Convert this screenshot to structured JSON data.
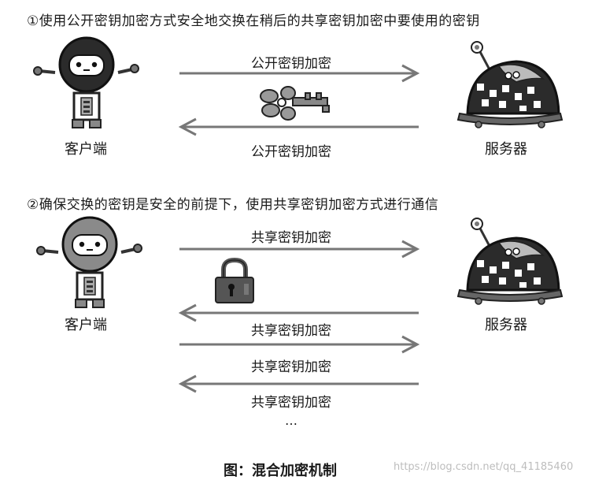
{
  "section1": {
    "heading": "①使用公开密钥加密方式安全地交换在稍后的共享密钥加密中要使用的密钥",
    "top_arrow_label": "公开密钥加密",
    "bottom_arrow_label": "公开密钥加密",
    "client_label": "客户端",
    "server_label": "服务器"
  },
  "section2": {
    "heading": "②确保交换的密钥是安全的前提下，使用共享密钥加密方式进行通信",
    "arrow_labels": [
      "共享密钥加密",
      "共享密钥加密",
      "共享密钥加密",
      "共享密钥加密"
    ],
    "ellipsis": "…",
    "client_label": "客户端",
    "server_label": "服务器"
  },
  "caption": "图：混合加密机制",
  "watermark": "https://blog.csdn.net/qq_41185460",
  "colors": {
    "arrow": "#777777",
    "robot_dark": "#2b2b2b",
    "robot_mid": "#8a8a8a"
  },
  "icons": [
    "client-robot-icon",
    "server-robot-icon",
    "key-icon",
    "padlock-icon"
  ]
}
